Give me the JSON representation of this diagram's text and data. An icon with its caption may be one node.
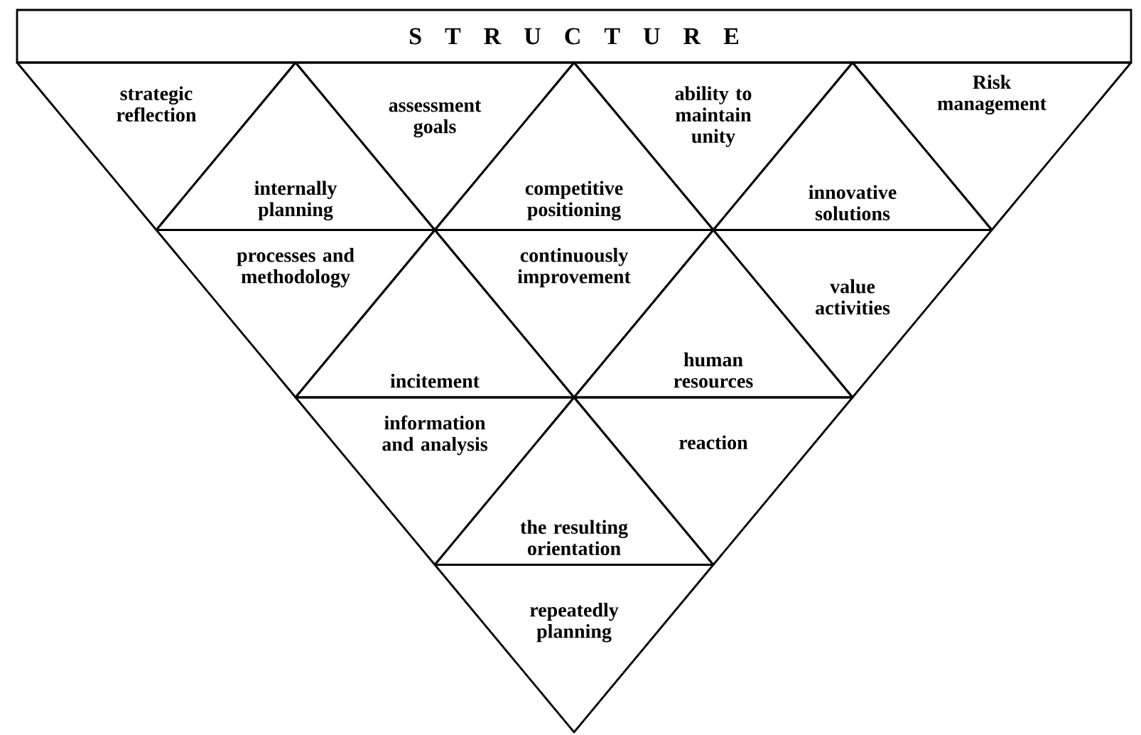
{
  "diagram": {
    "nodes": [
      {
        "text": [
          "S T R U C T U R E"
        ]
      },
      {
        "text": [
          "strategic reflection"
        ]
      },
      {
        "text": [
          "internally planning"
        ]
      },
      {
        "text": [
          "assessment goals"
        ]
      },
      {
        "text": [
          "competitive positioning"
        ]
      },
      {
        "text": [
          "ability to maintain unity"
        ]
      },
      {
        "text": [
          "innovative solutions"
        ]
      },
      {
        "text": [
          "Risk management"
        ]
      },
      {
        "text": [
          "processes and methodology"
        ]
      },
      {
        "text": [
          "incitement"
        ]
      },
      {
        "text": [
          "continuously improvement"
        ]
      },
      {
        "text": [
          "human resources"
        ]
      },
      {
        "text": [
          "value activities"
        ]
      },
      {
        "text": [
          "information and analysis"
        ]
      },
      {
        "text": [
          "the resulting orientation"
        ]
      },
      {
        "text": [
          "reaction"
        ]
      },
      {
        "text": [
          "repeatedly planning"
        ]
      }
    ]
  }
}
